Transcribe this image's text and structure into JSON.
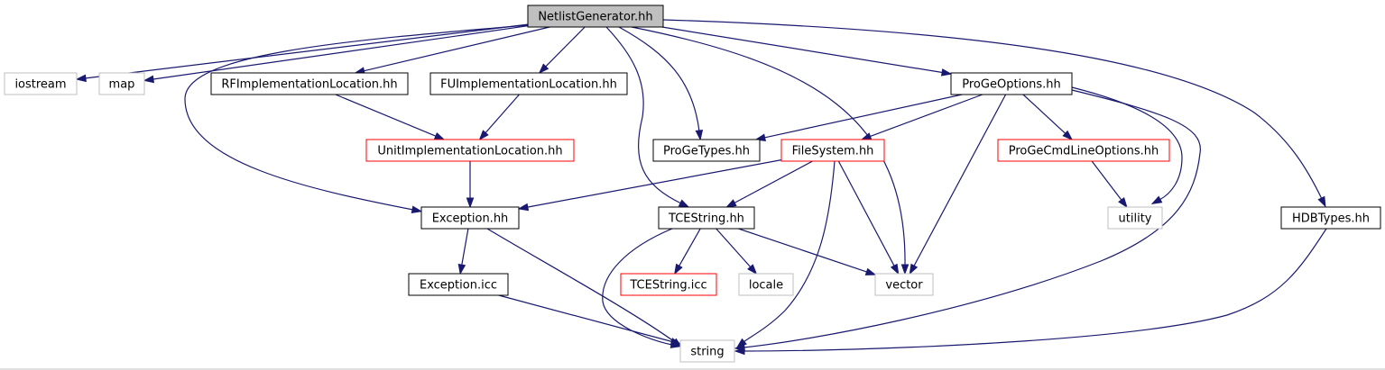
{
  "colors": {
    "edge": "#191970",
    "root_fill": "#bfbfbf",
    "box_black": "#000000",
    "box_red": "#ff0000",
    "box_gray": "#bfbfbf"
  },
  "nodes": [
    {
      "id": "netlistgenerator",
      "label": "NetlistGenerator.hh",
      "style": "root"
    },
    {
      "id": "iostream",
      "label": "iostream",
      "style": "gray"
    },
    {
      "id": "map",
      "label": "map",
      "style": "gray"
    },
    {
      "id": "rfimpl",
      "label": "RFImplementationLocation.hh",
      "style": "black"
    },
    {
      "id": "fuimpl",
      "label": "FUImplementationLocation.hh",
      "style": "black"
    },
    {
      "id": "progeoptions",
      "label": "ProGeOptions.hh",
      "style": "black"
    },
    {
      "id": "unitimpl",
      "label": "UnitImplementationLocation.hh",
      "style": "red"
    },
    {
      "id": "progetypes",
      "label": "ProGeTypes.hh",
      "style": "black"
    },
    {
      "id": "filesystem",
      "label": "FileSystem.hh",
      "style": "red"
    },
    {
      "id": "progecmdline",
      "label": "ProGeCmdLineOptions.hh",
      "style": "red"
    },
    {
      "id": "exception",
      "label": "Exception.hh",
      "style": "black"
    },
    {
      "id": "tcestring",
      "label": "TCEString.hh",
      "style": "black"
    },
    {
      "id": "utility",
      "label": "utility",
      "style": "gray"
    },
    {
      "id": "hdbtypes",
      "label": "HDBTypes.hh",
      "style": "black"
    },
    {
      "id": "exceptionicc",
      "label": "Exception.icc",
      "style": "black"
    },
    {
      "id": "tcestringicc",
      "label": "TCEString.icc",
      "style": "red"
    },
    {
      "id": "locale",
      "label": "locale",
      "style": "gray"
    },
    {
      "id": "vector",
      "label": "vector",
      "style": "gray"
    },
    {
      "id": "string",
      "label": "string",
      "style": "gray"
    }
  ],
  "edges": [
    [
      "netlistgenerator",
      "iostream"
    ],
    [
      "netlistgenerator",
      "map"
    ],
    [
      "netlistgenerator",
      "rfimpl"
    ],
    [
      "netlistgenerator",
      "fuimpl"
    ],
    [
      "netlistgenerator",
      "exception"
    ],
    [
      "netlistgenerator",
      "progetypes"
    ],
    [
      "netlistgenerator",
      "tcestring"
    ],
    [
      "netlistgenerator",
      "vector"
    ],
    [
      "netlistgenerator",
      "progeoptions"
    ],
    [
      "netlistgenerator",
      "hdbtypes"
    ],
    [
      "rfimpl",
      "unitimpl"
    ],
    [
      "fuimpl",
      "unitimpl"
    ],
    [
      "unitimpl",
      "exception"
    ],
    [
      "progeoptions",
      "progetypes"
    ],
    [
      "progeoptions",
      "filesystem"
    ],
    [
      "progeoptions",
      "progecmdline"
    ],
    [
      "progeoptions",
      "utility"
    ],
    [
      "progeoptions",
      "vector"
    ],
    [
      "progeoptions",
      "string"
    ],
    [
      "filesystem",
      "exception"
    ],
    [
      "filesystem",
      "tcestring"
    ],
    [
      "filesystem",
      "vector"
    ],
    [
      "filesystem",
      "string"
    ],
    [
      "progecmdline",
      "utility"
    ],
    [
      "exception",
      "exceptionicc"
    ],
    [
      "exception",
      "string"
    ],
    [
      "tcestring",
      "tcestringicc"
    ],
    [
      "tcestring",
      "locale"
    ],
    [
      "tcestring",
      "vector"
    ],
    [
      "tcestring",
      "string"
    ],
    [
      "exceptionicc",
      "string"
    ],
    [
      "hdbtypes",
      "string"
    ]
  ]
}
